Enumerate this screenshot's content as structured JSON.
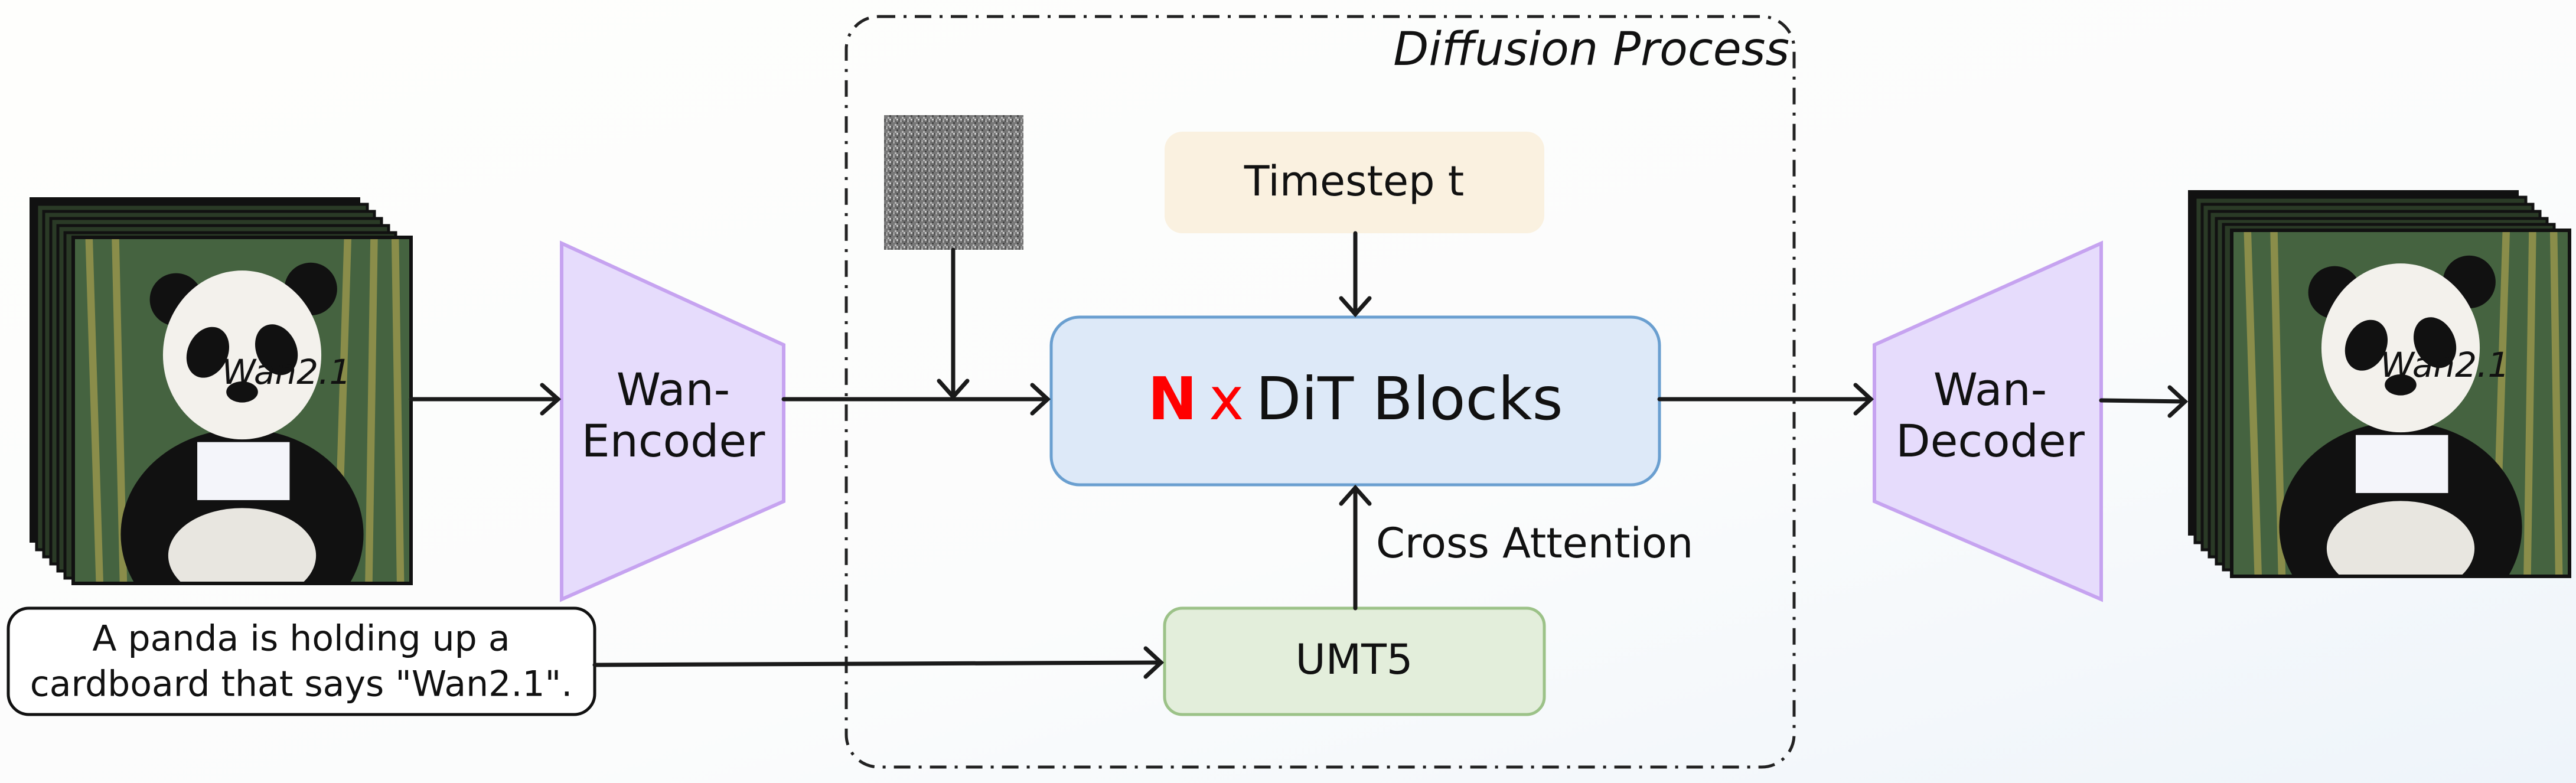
{
  "diagram": {
    "region_title": "Diffusion Process",
    "encoder_lines": [
      "Wan-",
      "Encoder"
    ],
    "decoder_lines": [
      "Wan-",
      "Decoder"
    ],
    "timestep_label": "Timestep t",
    "dit_block": {
      "n": "N",
      "x": "x",
      "label": "DiT Blocks"
    },
    "cross_attention_label": "Cross Attention",
    "text_encoder_label": "UMT5",
    "prompt_lines": [
      "A panda is holding up a",
      "cardboard that says \"Wan2.1\"."
    ],
    "sign_text": "Wan2.1"
  },
  "colors": {
    "timestep_fill": "#faf1e0",
    "dit_fill": "#dde9f8",
    "dit_border": "#6a9fd0",
    "umt5_fill": "#e3eedb",
    "umt5_border": "#9cc288",
    "vae_fill": "#e6dcfc",
    "vae_border": "#c6a3f0",
    "accent_red": "#ff0000"
  }
}
